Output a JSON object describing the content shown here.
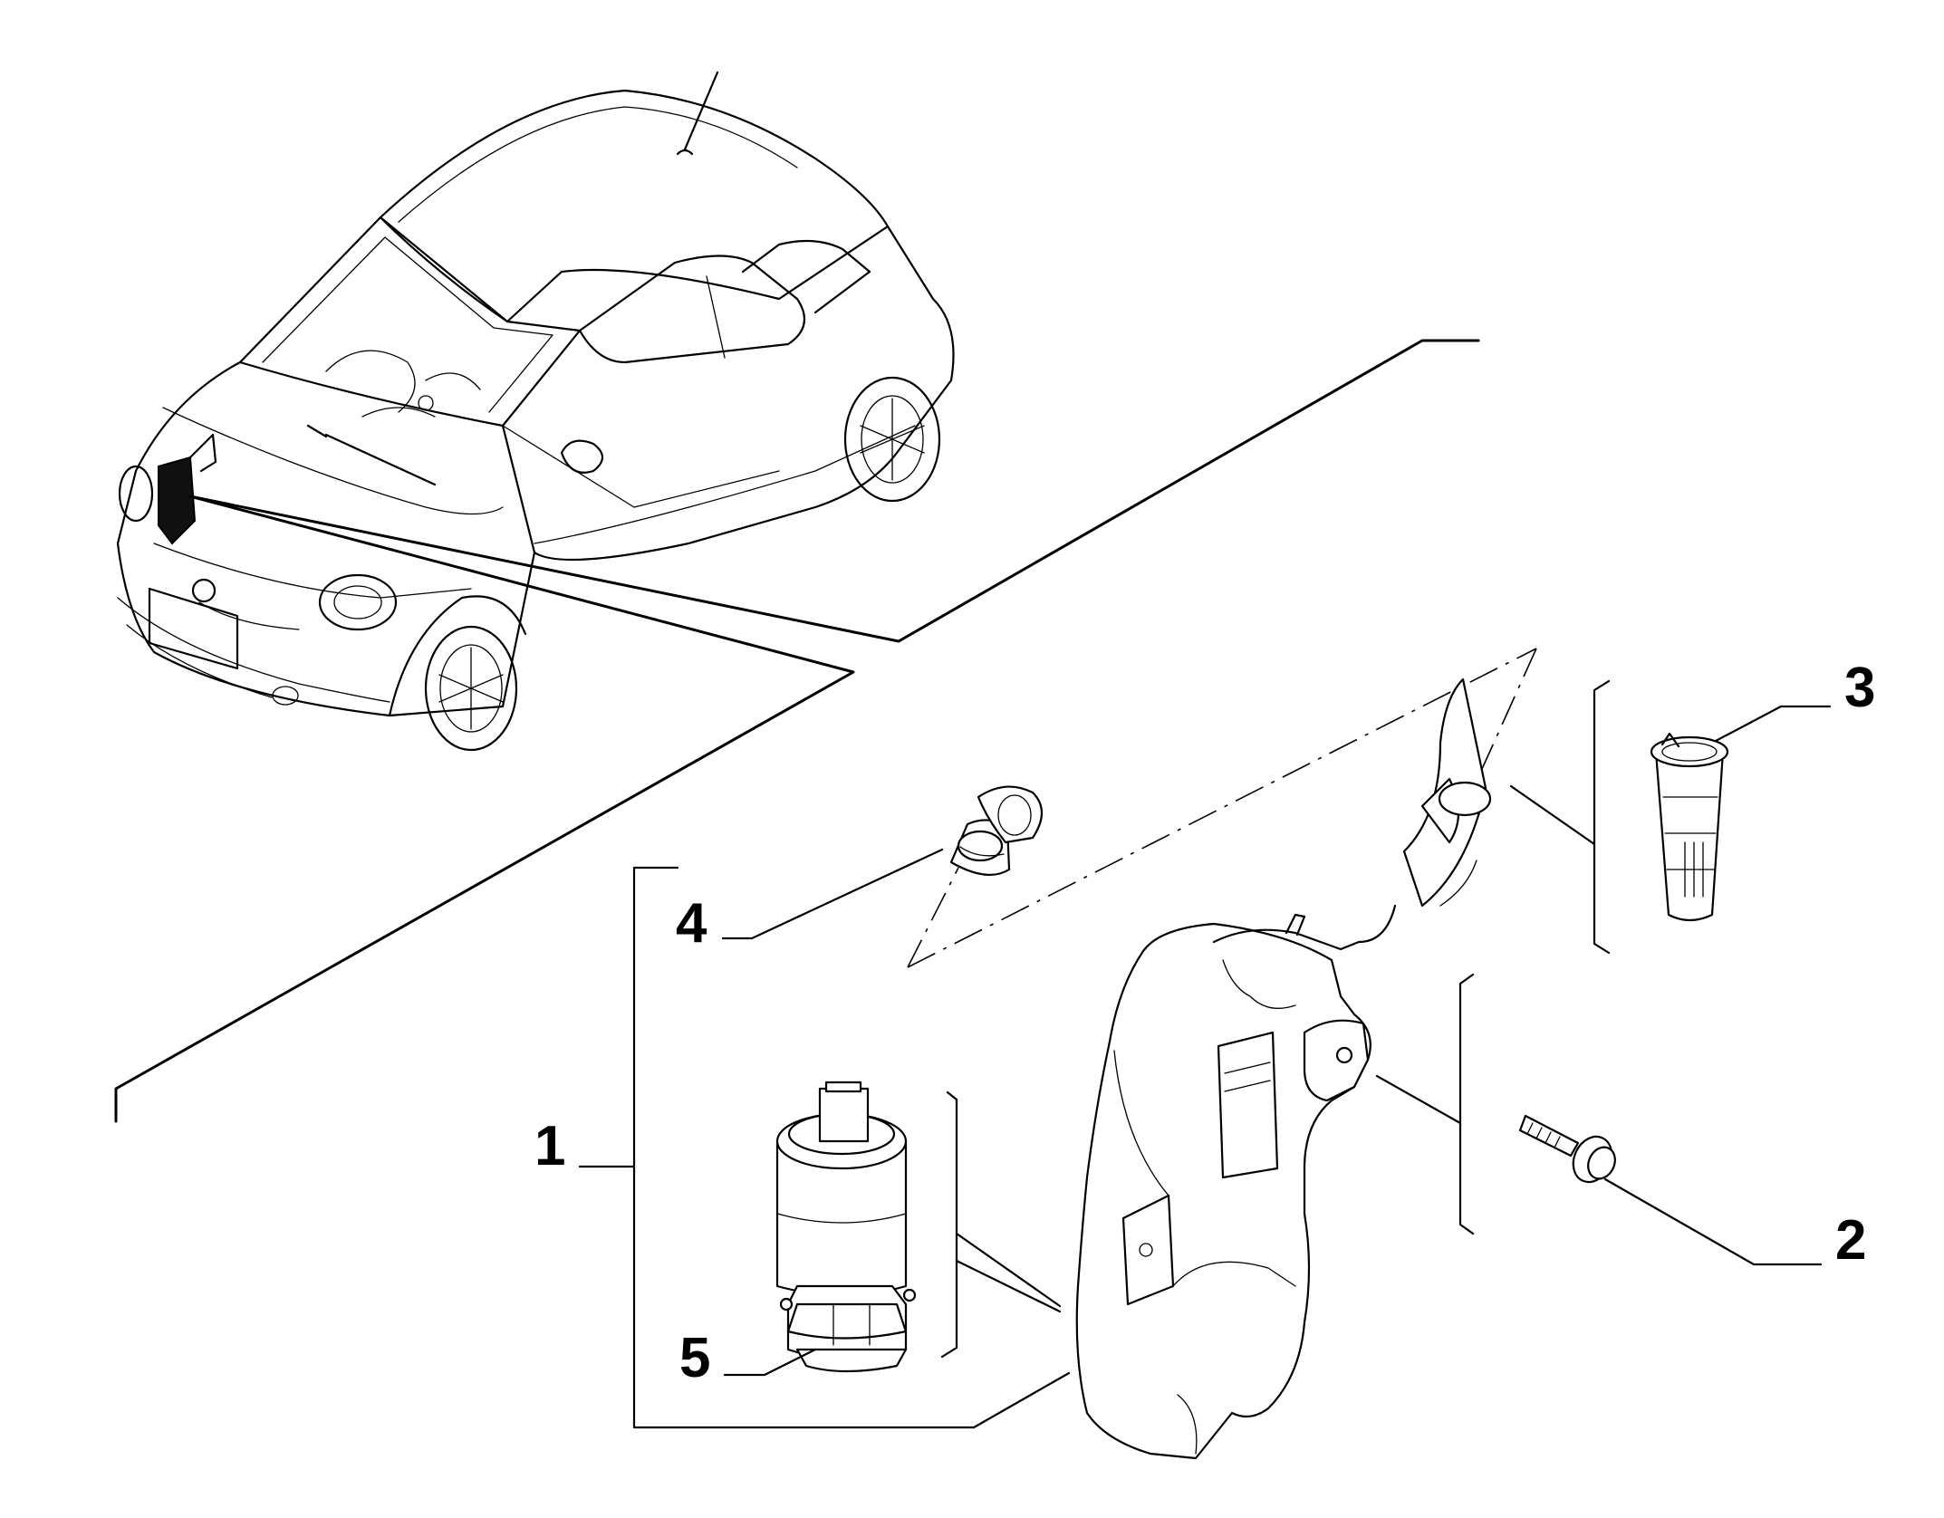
{
  "callouts": {
    "c1": "1",
    "c2": "2",
    "c3": "3",
    "c4": "4",
    "c5": "5"
  },
  "parts": [
    {
      "ref": "1",
      "icon": "washer-reservoir-icon"
    },
    {
      "ref": "2",
      "icon": "flange-bolt-icon"
    },
    {
      "ref": "3",
      "icon": "filler-strainer-icon"
    },
    {
      "ref": "4",
      "icon": "pump-grommet-icon"
    },
    {
      "ref": "5",
      "icon": "washer-pump-icon"
    }
  ],
  "colors": {
    "line": "#000000",
    "background": "#ffffff"
  }
}
